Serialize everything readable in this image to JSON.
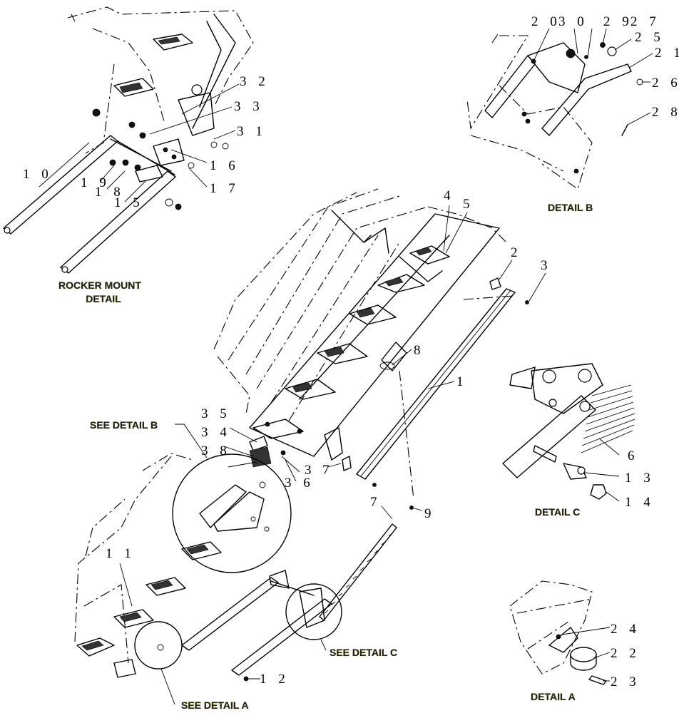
{
  "detail_labels": {
    "rocker_mount_line1": "ROCKER MOUNT",
    "rocker_mount_line2": "DETAIL",
    "detail_b": "DETAIL  B",
    "detail_c": "DETAIL  C",
    "detail_a": "DETAIL  A"
  },
  "see_labels": {
    "see_b": "SEE DETAIL  B",
    "see_c": "SEE DETAIL  C",
    "see_a": "SEE DETAIL  A"
  },
  "callouts": {
    "c32": "3 2",
    "c33": "3 3",
    "c31": "3 1",
    "c16": "1 6",
    "c17": "1 7",
    "c10": "1 0",
    "c19": "1 9",
    "c18": "1 8",
    "c15": "1 5",
    "c20": "2 0",
    "c30": "3 0",
    "c29": "2 9",
    "c27": "2 7",
    "c25": "2 5",
    "c21": "2 1",
    "c26": "2 6",
    "c28": "2 8",
    "c4": "4",
    "c5": "5",
    "c2": "2",
    "c3": "3",
    "c8": "8",
    "c1": "1",
    "c35": "3 5",
    "c34": "3 4",
    "c38": "3 8",
    "c3b": "3",
    "c36": "3 6",
    "c7a": "7",
    "c6": "6",
    "c13": "1 3",
    "c14": "1 4",
    "c7": "7",
    "c9": "9",
    "c11": "1 1",
    "c12": "1 2",
    "c24": "2 4",
    "c22": "2 2",
    "c23": "2 3"
  }
}
